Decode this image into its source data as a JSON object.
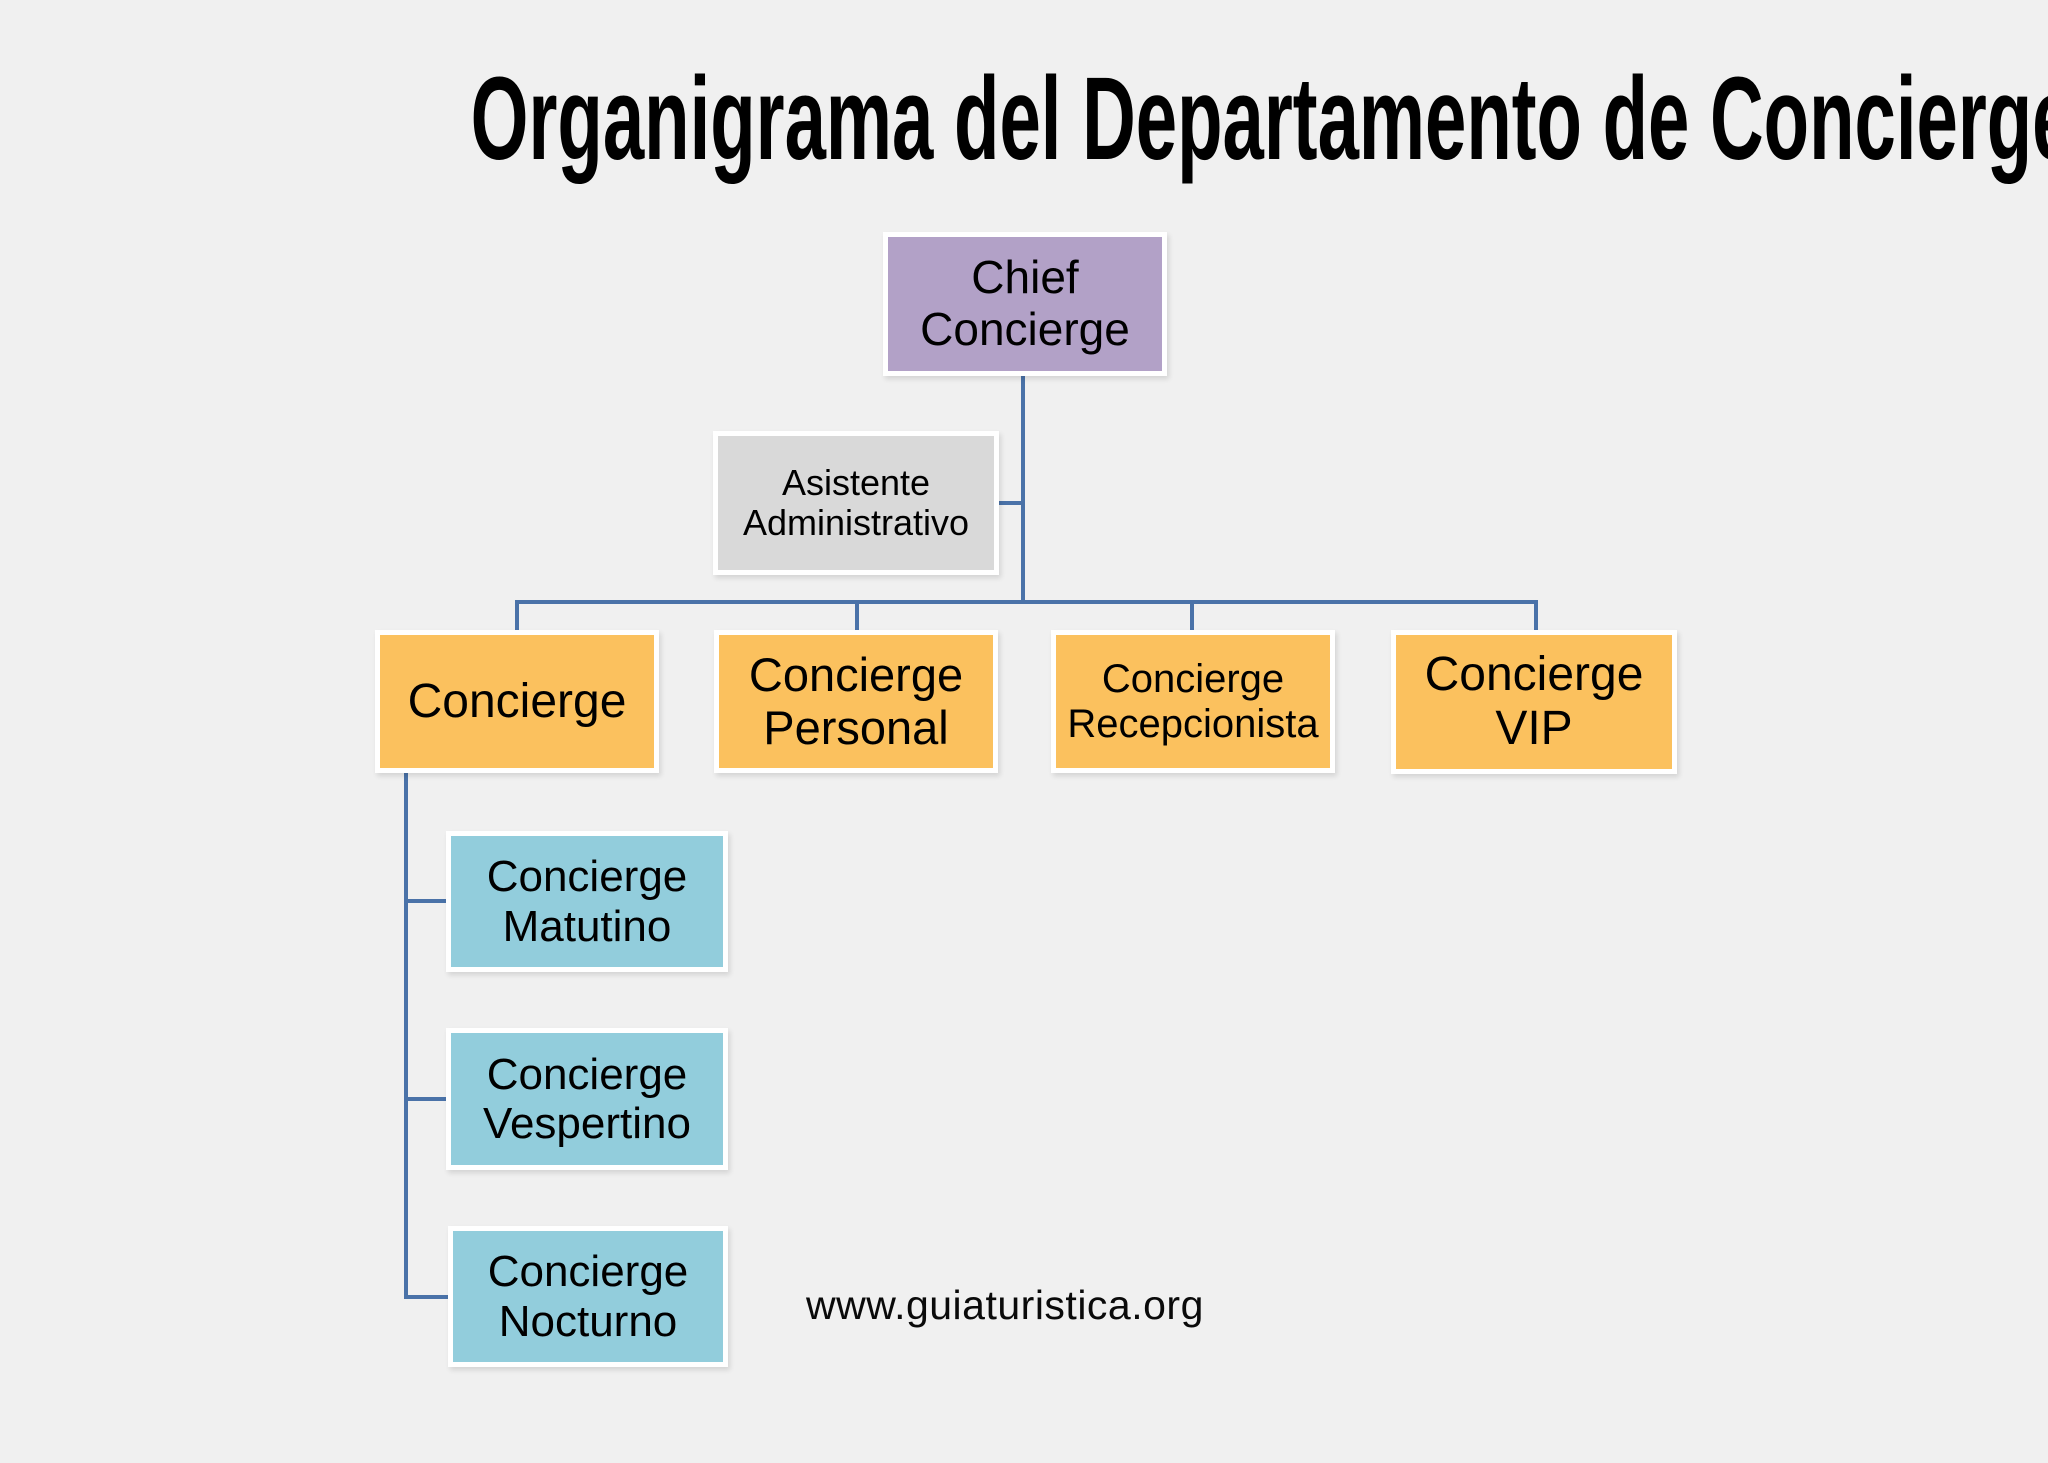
{
  "title": "Organigrama del Departamento de Concierge",
  "website": "www.guiaturistica.org",
  "colors": {
    "background": "#F0F0F0",
    "root_fill": "#B2A1C7",
    "assistant_fill": "#D9D9D9",
    "level2_fill": "#FBC15E",
    "level3_fill": "#92CDDC",
    "connector": "#4A72A8",
    "text": "#000000"
  },
  "org": {
    "root": {
      "label": "Chief Concierge"
    },
    "assistant": {
      "label": "Asistente Administrativo"
    },
    "level2": [
      {
        "label": "Concierge"
      },
      {
        "label": "Concierge Personal"
      },
      {
        "label": "Concierge Recepcionista"
      },
      {
        "label": "Concierge VIP"
      }
    ],
    "concierge_children": [
      {
        "label": "Concierge Matutino"
      },
      {
        "label": "Concierge Vespertino"
      },
      {
        "label": "Concierge Nocturno"
      }
    ]
  }
}
